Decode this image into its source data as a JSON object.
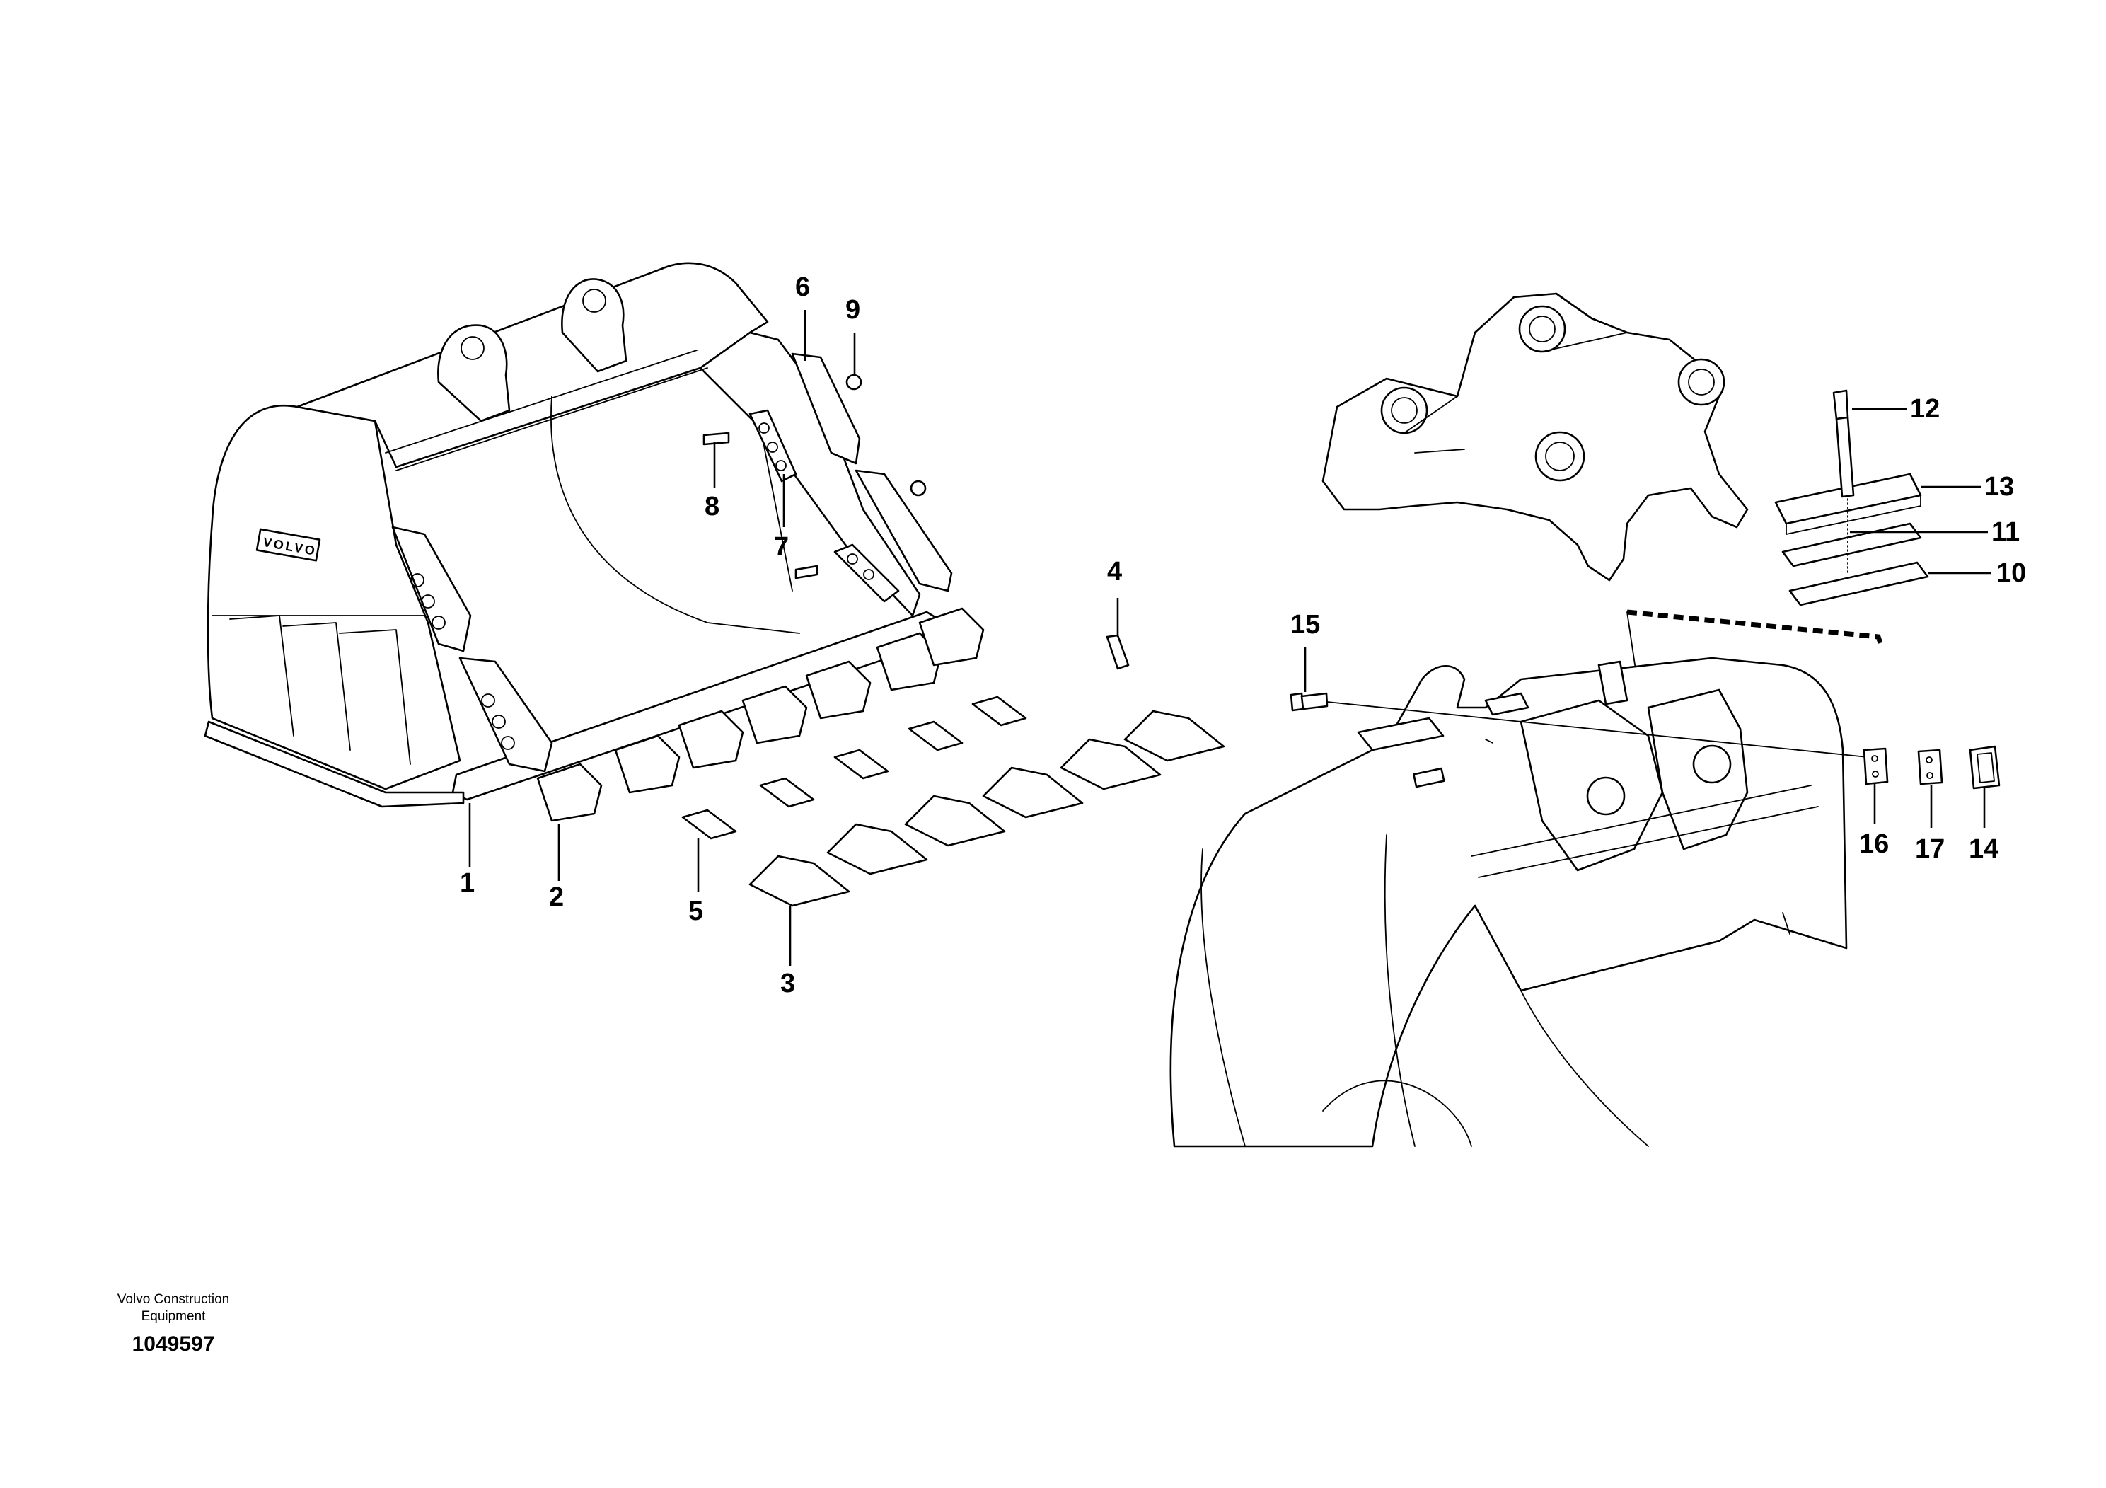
{
  "brand_mark": "VOLVO",
  "callouts": [
    "1",
    "2",
    "3",
    "4",
    "5",
    "6",
    "7",
    "8",
    "9",
    "10",
    "11",
    "12",
    "13",
    "14",
    "15",
    "16",
    "17"
  ],
  "footer": {
    "company_line1": "Volvo Construction",
    "company_line2": "Equipment",
    "document_number": "1049597"
  }
}
